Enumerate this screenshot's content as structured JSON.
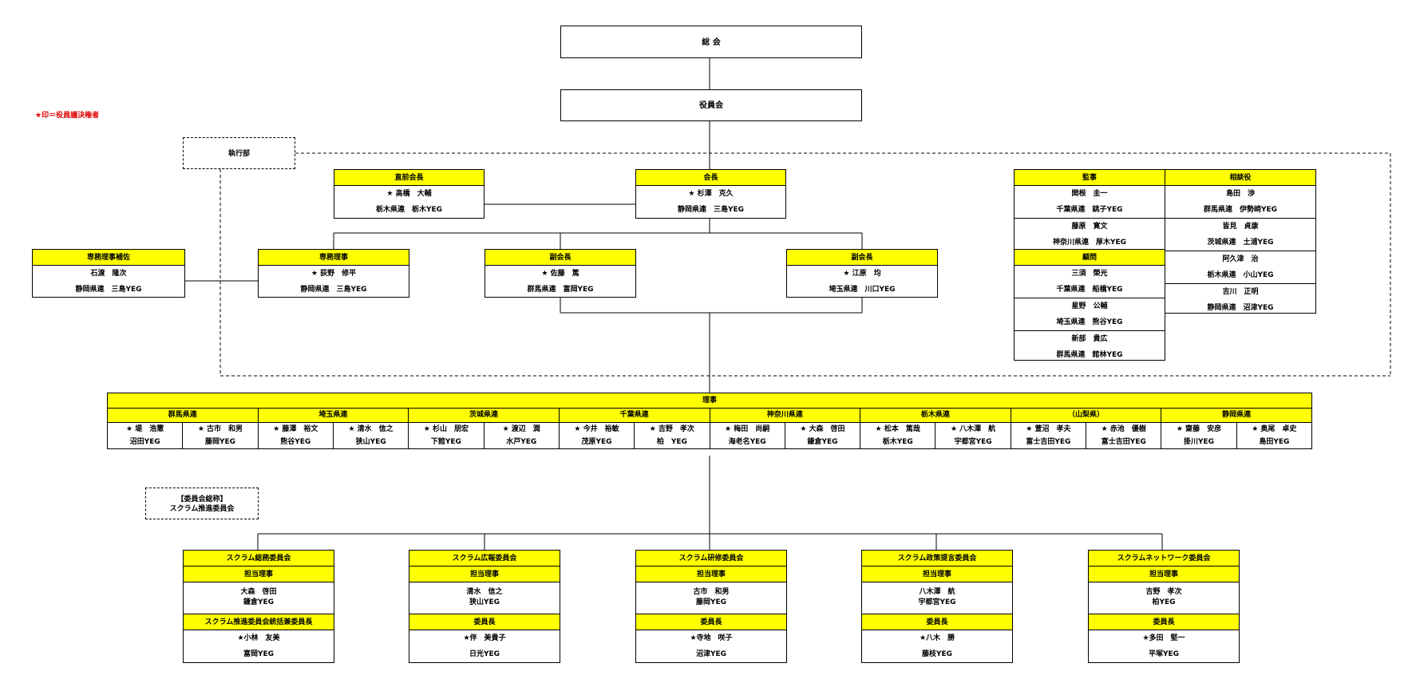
{
  "legend": "★印＝役員議決権者",
  "general_meeting": "総 会",
  "board": "役員会",
  "executive": "執行部",
  "former_president": {
    "title": "直前会長",
    "name": "★ 高橋　大輔",
    "org": "栃木県連　栃木YEG"
  },
  "president": {
    "title": "会長",
    "name": "★ 杉澤　克久",
    "org": "静岡県連　三島YEG"
  },
  "exec_assistant": {
    "title": "専務理事補佐",
    "name": "石渡　隆次",
    "org": "静岡県連　三島YEG"
  },
  "exec_director": {
    "title": "専務理事",
    "name": "★ 荻野　修平",
    "org": "静岡県連　三島YEG"
  },
  "vp1": {
    "title": "副会長",
    "name": "★ 佐藤　篤",
    "org": "群馬県連　富岡YEG"
  },
  "vp2": {
    "title": "副会長",
    "name": "★ 江原　均",
    "org": "埼玉県連　川口YEG"
  },
  "auditors": {
    "title": "監事",
    "members": [
      {
        "name": "関根　圭一",
        "org": "千葉県連　銚子YEG"
      },
      {
        "name": "藤原　寛文",
        "org": "神奈川県連　厚木YEG"
      }
    ]
  },
  "advisors": {
    "title": "顧問",
    "members": [
      {
        "name": "三須　榮光",
        "org": "千葉県連　船橋YEG"
      },
      {
        "name": "星野　公輔",
        "org": "埼玉県連　熊谷YEG"
      },
      {
        "name": "新部　貴広",
        "org": "群馬県連　館林YEG"
      }
    ]
  },
  "counselors": {
    "title": "相談役",
    "members": [
      {
        "name": "島田　渉",
        "org": "群馬県連　伊勢崎YEG"
      },
      {
        "name": "皆見　貞康",
        "org": "茨城県連　土浦YEG"
      },
      {
        "name": "阿久津　治",
        "org": "栃木県連　小山YEG"
      },
      {
        "name": "吉川　正明",
        "org": "静岡県連　沼津YEG"
      }
    ]
  },
  "directors": {
    "title": "理事",
    "prefs": [
      {
        "name": "群馬県連",
        "members": [
          {
            "name": "★ 堤　浩憲",
            "org": "沼田YEG"
          },
          {
            "name": "★ 古市　和男",
            "org": "藤岡YEG"
          }
        ]
      },
      {
        "name": "埼玉県連",
        "members": [
          {
            "name": "★ 藤澤　裕文",
            "org": "熊谷YEG"
          },
          {
            "name": "★ 清水　信之",
            "org": "狭山YEG"
          }
        ]
      },
      {
        "name": "茨城県連",
        "members": [
          {
            "name": "★ 杉山　朋宏",
            "org": "下館YEG"
          },
          {
            "name": "★ 渡辺　潤",
            "org": "水戸YEG"
          }
        ]
      },
      {
        "name": "千葉県連",
        "members": [
          {
            "name": "★ 今井　裕敏",
            "org": "茂原YEG"
          },
          {
            "name": "★ 吉野　孝次",
            "org": "柏　YEG"
          }
        ]
      },
      {
        "name": "神奈川県連",
        "members": [
          {
            "name": "★ 梅田　尚嗣",
            "org": "海老名YEG"
          },
          {
            "name": "★ 大森　啓田",
            "org": "鎌倉YEG"
          }
        ]
      },
      {
        "name": "栃木県連",
        "members": [
          {
            "name": "★ 松本　篤哉",
            "org": "栃木YEG"
          },
          {
            "name": "★ 八木澤　航",
            "org": "宇都宮YEG"
          }
        ]
      },
      {
        "name": "（山梨県）",
        "members": [
          {
            "name": "★ 萱沼　孝夫",
            "org": "富士吉田YEG"
          },
          {
            "name": "★ 赤池　優樹",
            "org": "富士吉田YEG"
          }
        ]
      },
      {
        "name": "静岡県連",
        "members": [
          {
            "name": "★ 齋藤　安彦",
            "org": "掛川YEG"
          },
          {
            "name": "★ 奥尾　卓史",
            "org": "島田YEG"
          }
        ]
      }
    ]
  },
  "committee_general": {
    "line1": "【委員会総称】",
    "line2": "スクラム推進委員会"
  },
  "committees": [
    {
      "name": "スクラム総務委員会",
      "director_label": "担当理事",
      "director_name": "大森　啓田",
      "director_org": "鎌倉YEG",
      "chair_label": "スクラム推進委員会統括兼委員長",
      "chair_name": "★小林　友美",
      "chair_org": "富岡YEG"
    },
    {
      "name": "スクラム広報委員会",
      "director_label": "担当理事",
      "director_name": "清水　信之",
      "director_org": "狭山YEG",
      "chair_label": "委員長",
      "chair_name": "★伴　美貴子",
      "chair_org": "日光YEG"
    },
    {
      "name": "スクラム研修委員会",
      "director_label": "担当理事",
      "director_name": "古市　和男",
      "director_org": "藤岡YEG",
      "chair_label": "委員長",
      "chair_name": "★寺地　咲子",
      "chair_org": "沼津YEG"
    },
    {
      "name": "スクラム政策提言委員会",
      "director_label": "担当理事",
      "director_name": "八木澤　航",
      "director_org": "宇都宮YEG",
      "chair_label": "委員長",
      "chair_name": "★八木　勝",
      "chair_org": "藤枝YEG"
    },
    {
      "name": "スクラムネットワーク委員会",
      "director_label": "担当理事",
      "director_name": "吉野　孝次",
      "director_org": "柏YEG",
      "chair_label": "委員長",
      "chair_name": "★多田　堅一",
      "chair_org": "平塚YEG"
    }
  ]
}
